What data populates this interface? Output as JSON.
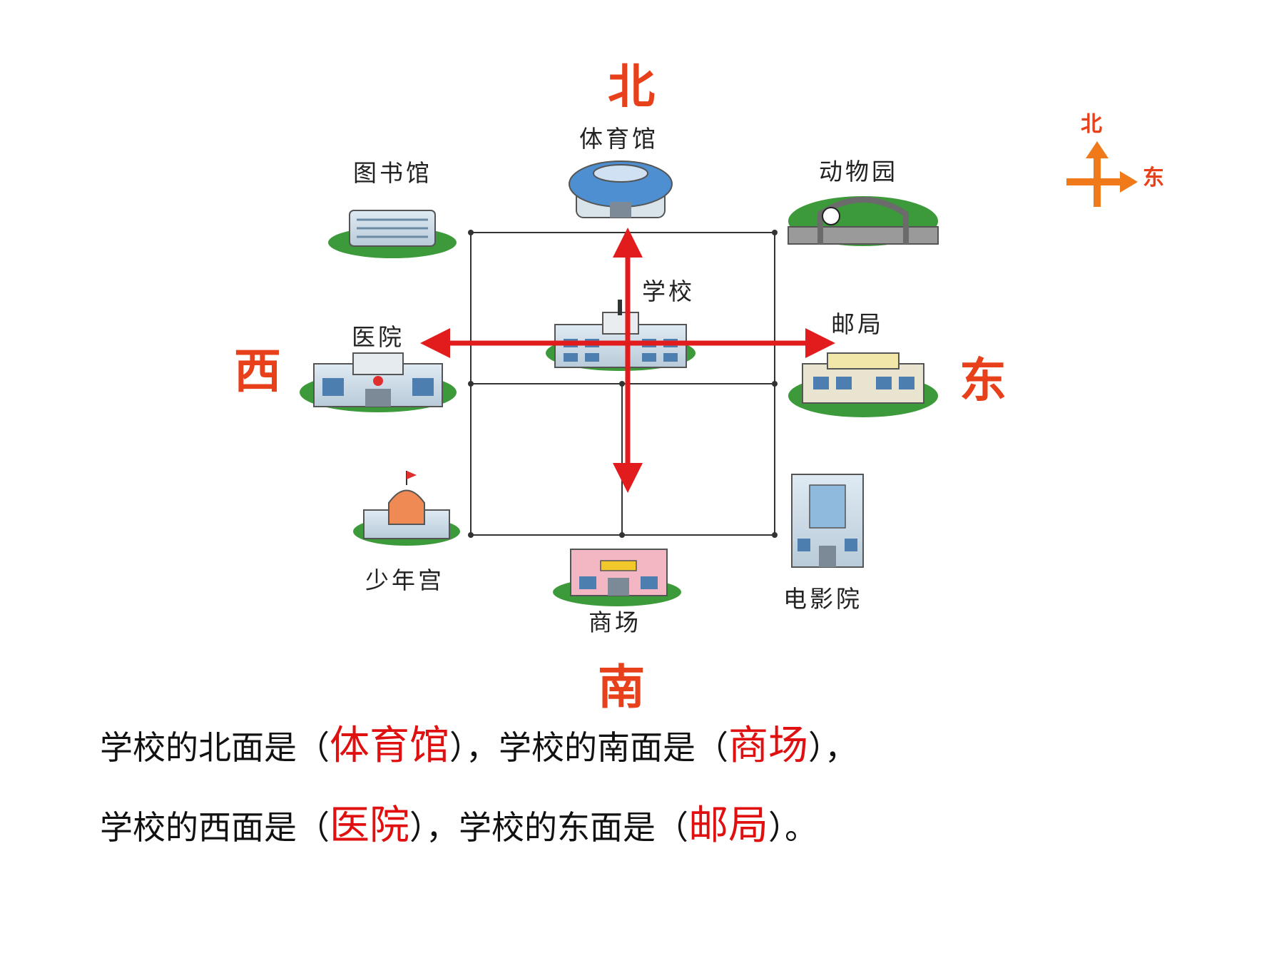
{
  "colors": {
    "direction": "#e8401a",
    "arrow": "#e21c1c",
    "answer": "#e01010",
    "compass": "#f07a1a",
    "grid": "#333333"
  },
  "directions": {
    "north": "北",
    "south": "南",
    "west": "西",
    "east": "东"
  },
  "compass": {
    "north": "北",
    "east": "东"
  },
  "places": {
    "library": "图书馆",
    "gym": "体育馆",
    "zoo": "动物园",
    "school": "学校",
    "hospital": "医院",
    "post_office": "邮局",
    "youth_palace": "少年宫",
    "mall": "商场",
    "cinema": "电影院"
  },
  "questions": {
    "line1": {
      "part1": "学校的北面是（",
      "answer1": "体育馆",
      "part2": "），学校的南面是（",
      "answer2": "商场",
      "part3": "），"
    },
    "line2": {
      "part1": "学校的西面是（",
      "answer1": "医院",
      "part2": "），学校的东面是（",
      "answer2": "邮局",
      "part3": "）。"
    }
  }
}
